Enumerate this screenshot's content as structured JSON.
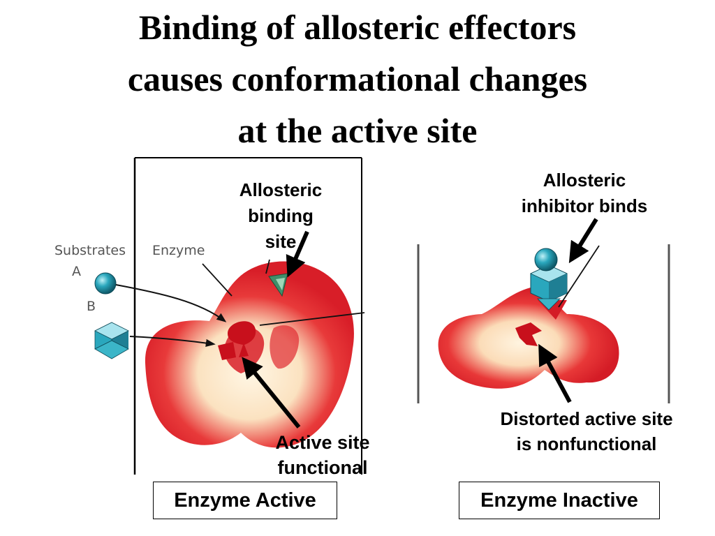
{
  "title": {
    "lines": [
      "Binding of allosteric effectors",
      "causes conformational changes",
      "at the active site"
    ]
  },
  "left_panel": {
    "substrates_label": "Substrates",
    "substrate_a": "A",
    "substrate_b": "B",
    "enzyme_label": "Enzyme",
    "allosteric_binding_site": [
      "Allosteric",
      "binding",
      "site"
    ],
    "active_site_functional": [
      "Active site",
      "functional"
    ],
    "status": "Enzyme Active"
  },
  "right_panel": {
    "inhibitor_binds": [
      "Allosteric",
      "inhibitor binds"
    ],
    "distorted_active_site": [
      "Distorted active site",
      "is nonfunctional"
    ],
    "status": "Enzyme Inactive"
  },
  "colors": {
    "enzyme_red": "#e0202a",
    "enzyme_light": "#fbe6c8",
    "teal": "#2a9bb0",
    "binding_site_green": "#3f8f6a"
  }
}
